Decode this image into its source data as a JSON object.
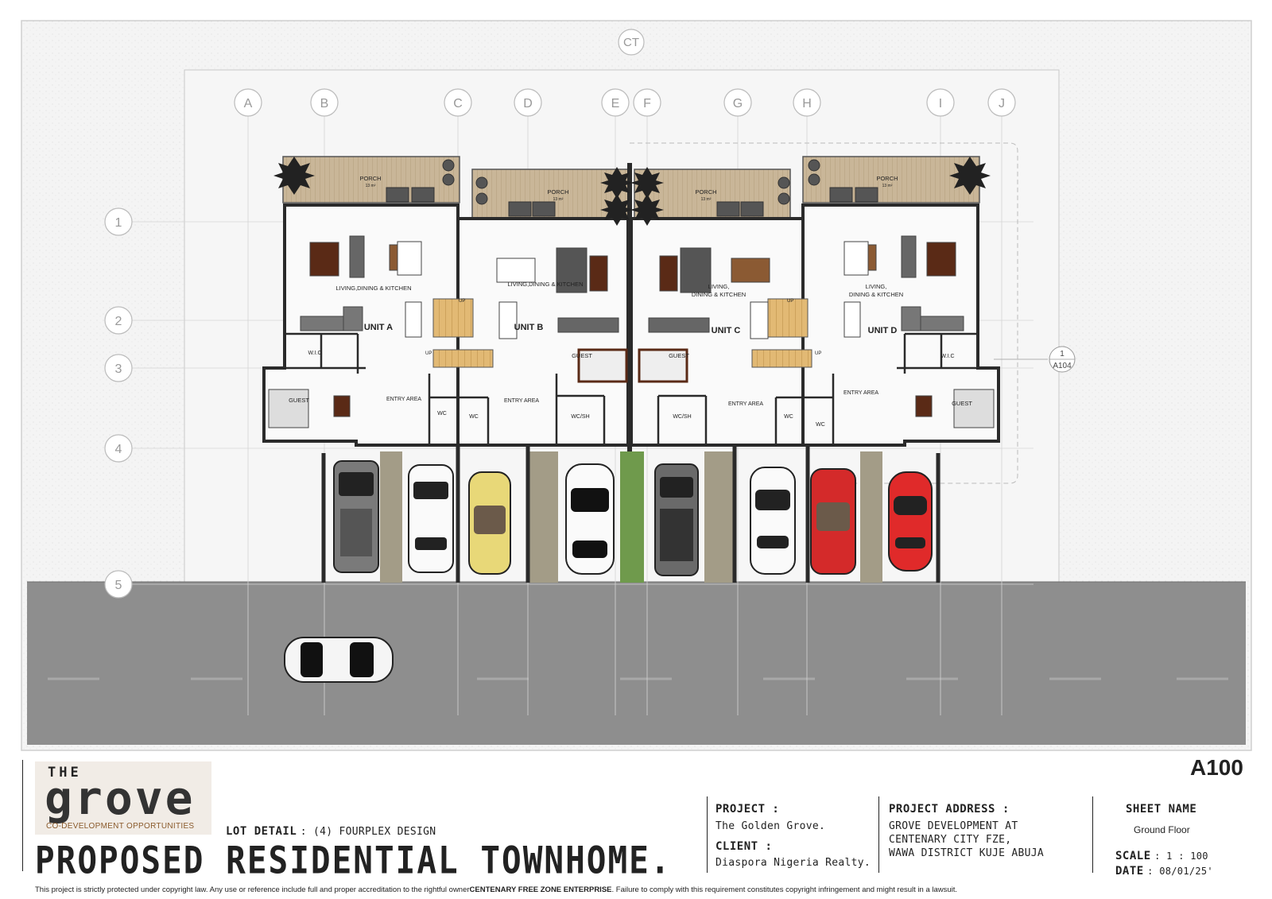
{
  "drawing": {
    "grid_columns": [
      "A",
      "B",
      "C",
      "D",
      "E",
      "F",
      "G",
      "H",
      "I",
      "J"
    ],
    "grid_rows": [
      "1",
      "2",
      "3",
      "4",
      "5"
    ],
    "top_marker": "CT",
    "section_marker": {
      "number": "1",
      "sheet": "A104"
    },
    "rooms": {
      "porch": "PORCH",
      "porch_area": "13 m²",
      "living_a": "LIVING,DINING & KITCHEN",
      "living_b": "LIVING,DINING & KITCHEN",
      "living_c_line1": "LIVING,",
      "living_c_line2": "DINING & KITCHEN",
      "living_d_line1": "LIVING,",
      "living_d_line2": "DINING & KITCHEN",
      "unit_a": "UNIT A",
      "unit_b": "UNIT B",
      "unit_c": "UNIT C",
      "unit_d": "UNIT D",
      "wic": "W.I.C",
      "guest": "GUEST",
      "entry": "ENTRY AREA",
      "wc": "WC",
      "wc_sh": "WC/SH",
      "up": "UP"
    },
    "colors": {
      "paper": "#f2f2f2",
      "road": "#8e8e8e",
      "sidewalk": "#a39c87",
      "porch_deck": "#c9b698",
      "wall": "#2a2a2a",
      "grass": "#6f9a4c",
      "car_yellow": "#e8d878",
      "car_red": "#d42a2a",
      "wood": "#8b5a33"
    }
  },
  "title_block": {
    "sheet_number": "A100",
    "logo": {
      "the": "THE",
      "grove": "grove",
      "subtitle": "CO-DEVELOPMENT OPPORTUNITIES"
    },
    "lot_detail_label": "LOT DETAIL",
    "lot_detail_value": ": (4) FOURPLEX DESIGN",
    "main_title": "PROPOSED RESIDENTIAL TOWNHOME.",
    "project_label": "PROJECT :",
    "project_value": "The Golden Grove.",
    "client_label": "CLIENT :",
    "client_value": "Diaspora Nigeria Realty.",
    "address_label": "PROJECT ADDRESS :",
    "address_lines": [
      "GROVE DEVELOPMENT AT",
      "CENTENARY CITY FZE,",
      "WAWA DISTRICT KUJE ABUJA"
    ],
    "sheet_name_label": "SHEET NAME",
    "sheet_name_value": "Ground Floor",
    "scale_label": "SCALE",
    "scale_value": ": 1 : 100",
    "date_label": "DATE",
    "date_value": ": 08/01/25'",
    "copyright_pre": "This project is strictly protected under copyright law. Any use or reference include full and proper accreditation to the rightful owner",
    "copyright_owner": "CENTENARY FREE ZONE ENTERPRISE",
    "copyright_post": ". Failure to comply with this requirement constitutes copyright infringement and might result in a lawsuit."
  }
}
